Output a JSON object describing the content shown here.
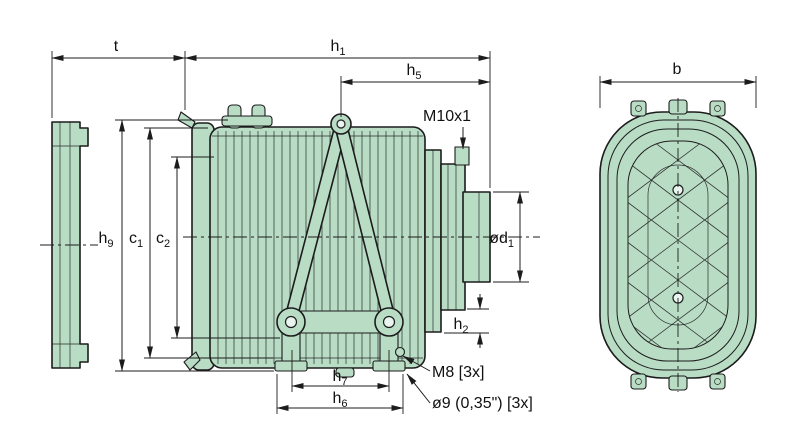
{
  "colors": {
    "part-fill": "#b9dcc5",
    "hole-fill": "#e9f4ee",
    "line": "#1c1c1c",
    "background": "#ffffff"
  },
  "labels": {
    "t": {
      "main": "t",
      "sub": ""
    },
    "h1": {
      "main": "h",
      "sub": "1"
    },
    "h5": {
      "main": "h",
      "sub": "5"
    },
    "m10": {
      "main": "M10x1",
      "sub": ""
    },
    "h9": {
      "main": "h",
      "sub": "9"
    },
    "c1": {
      "main": "c",
      "sub": "1"
    },
    "c2": {
      "main": "c",
      "sub": "2"
    },
    "d1": {
      "main": "ød",
      "sub": "1"
    },
    "h2": {
      "main": "h",
      "sub": "2"
    },
    "h7": {
      "main": "h",
      "sub": "7"
    },
    "h6": {
      "main": "h",
      "sub": "6"
    },
    "m8": {
      "main": "M8 [3x]",
      "sub": ""
    },
    "dia9": {
      "main": "ø9 (0,35\") [3x]",
      "sub": ""
    },
    "b": {
      "main": "b",
      "sub": ""
    }
  }
}
